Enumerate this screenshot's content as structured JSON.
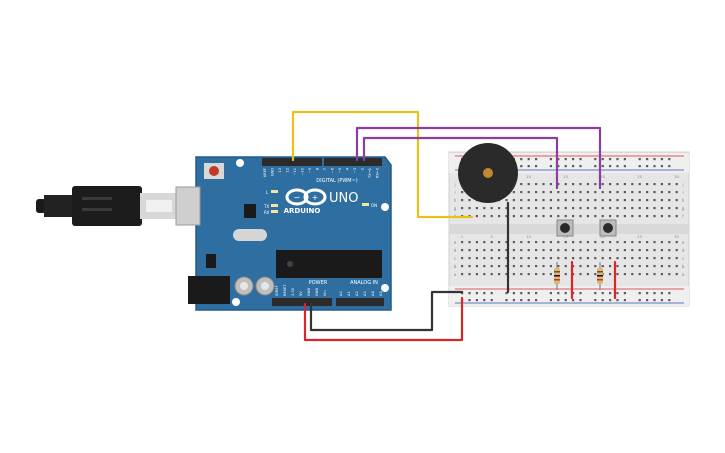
{
  "board": {
    "brand": "ARDUINO",
    "model": "UNO",
    "digital_label": "DIGITAL (PWM~)",
    "power_label": "POWER",
    "analog_label": "ANALOG IN",
    "on_label": "ON",
    "tx_label": "TX",
    "rx_label": "RX",
    "l_label": "L",
    "top_pins": [
      "AREF",
      "GND",
      "13",
      "12",
      "~11",
      "~10",
      "~9",
      "8",
      "7",
      "~6",
      "~5",
      "4",
      "~3",
      "2",
      "TX→1",
      "RX←0"
    ],
    "power_pins": [
      "IOREF",
      "RESET",
      "3.3V",
      "5V",
      "GND",
      "GND",
      "Vin"
    ],
    "analog_pins": [
      "A0",
      "A1",
      "A2",
      "A3",
      "A4",
      "A5"
    ]
  },
  "breadboard": {
    "row_letters_top": [
      "j",
      "i",
      "h",
      "g",
      "f"
    ],
    "row_letters_bottom": [
      "e",
      "d",
      "c",
      "b",
      "a"
    ],
    "col_numbers": [
      "1",
      "5",
      "10",
      "15",
      "20",
      "25",
      "30"
    ]
  },
  "colors": {
    "board": "#2f6ea0",
    "wire_yellow": "#e8c21a",
    "wire_purple": "#8a3fa0",
    "wire_black": "#333333",
    "wire_red": "#d9262b",
    "breadboard": "#e6e6e6"
  }
}
